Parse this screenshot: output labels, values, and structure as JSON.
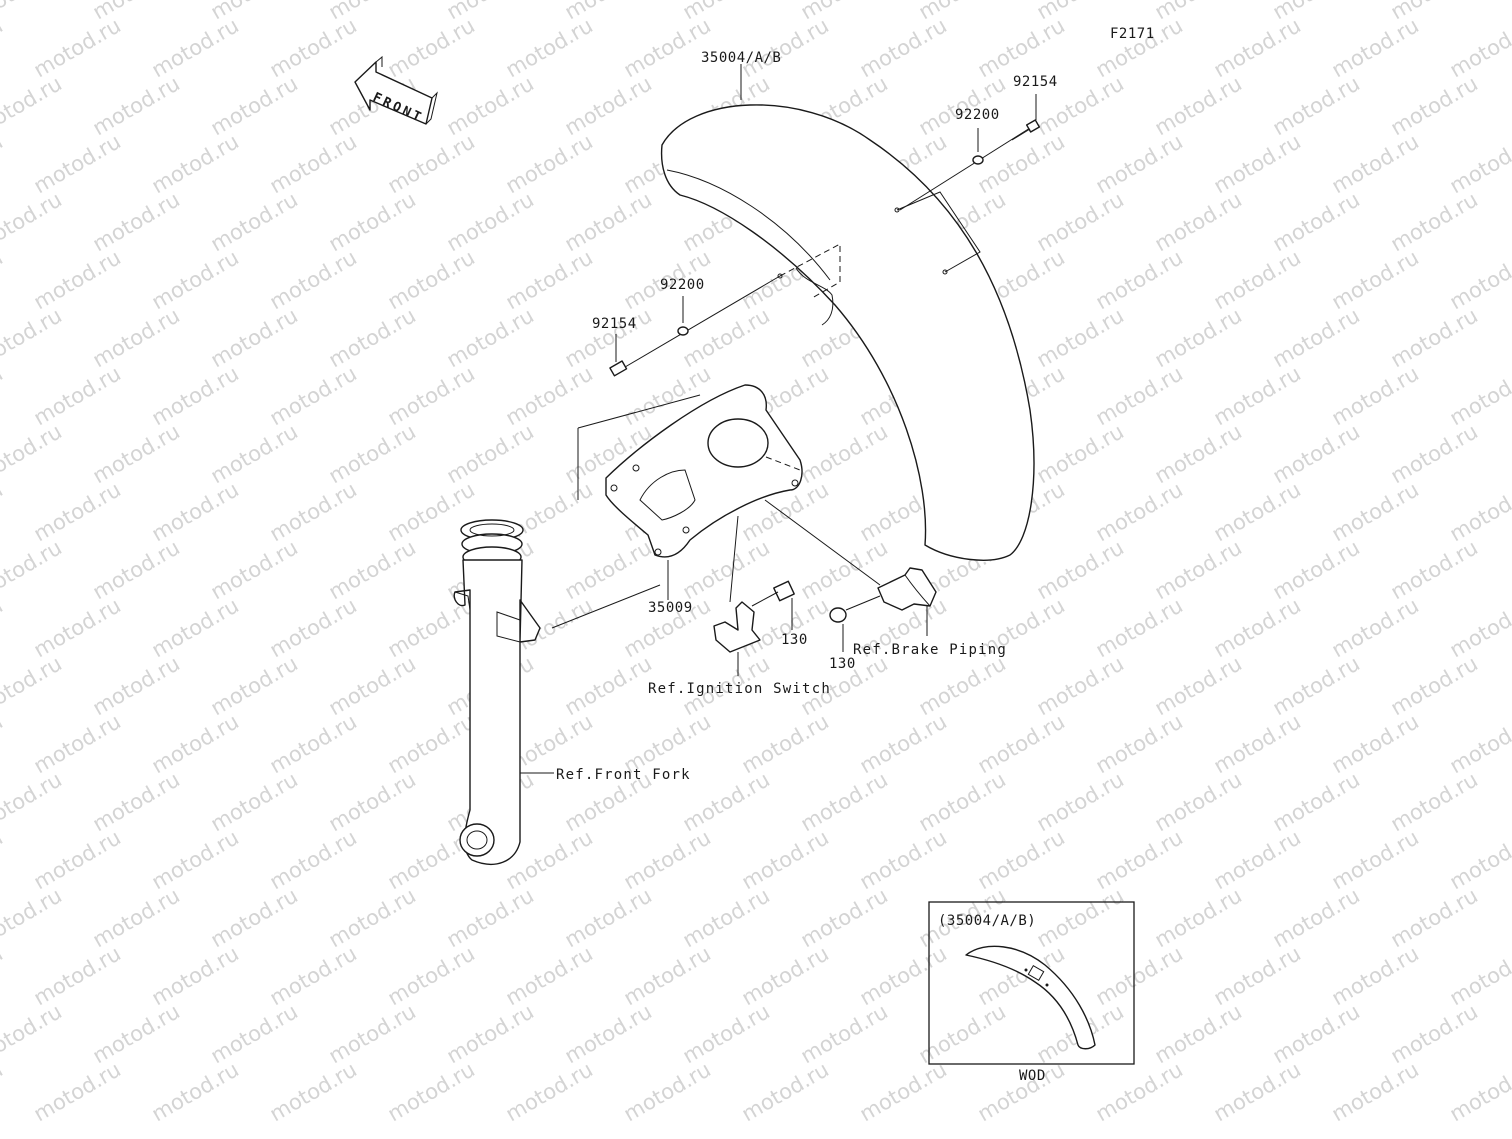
{
  "diagram": {
    "figure_code": "F2171",
    "watermark_text": "motod.ru",
    "front_arrow_label": "FRONT",
    "callouts": {
      "fender": "35004/A/B",
      "washer_right": "92200",
      "bolt_right": "92154",
      "washer_left": "92200",
      "bolt_left": "92154",
      "bracket": "35009",
      "bolt_mid": "130",
      "bolt_lower": "130"
    },
    "references": {
      "brake_piping": "Ref.Brake Piping",
      "ignition_switch": "Ref.Ignition Switch",
      "front_fork": "Ref.Front Fork"
    },
    "inset": {
      "title": "(35004/A/B)",
      "caption": "WOD"
    }
  }
}
